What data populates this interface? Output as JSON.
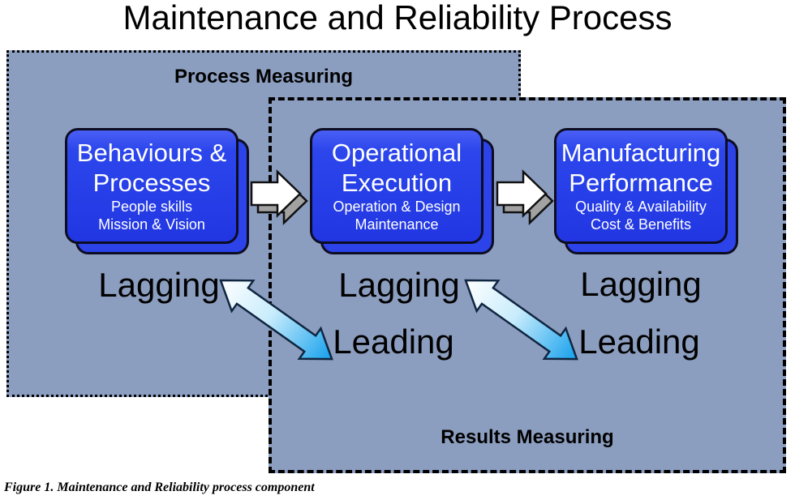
{
  "title": "Maintenance and Reliability Process",
  "panels": {
    "process": {
      "label": "Process Measuring"
    },
    "results": {
      "label": "Results Measuring"
    }
  },
  "boxes": [
    {
      "line1": "Behaviours &",
      "line2": "Processes",
      "sub1": "People skills",
      "sub2": "Mission & Vision"
    },
    {
      "line1": "Operational",
      "line2": "Execution",
      "sub1": "Operation & Design",
      "sub2": "Maintenance"
    },
    {
      "line1": "Manufacturing",
      "line2": "Performance",
      "sub1": "Quality & Availability",
      "sub2": "Cost & Benefits"
    }
  ],
  "indicators": {
    "lagging": [
      "Lagging",
      "Lagging",
      "Lagging"
    ],
    "leading": [
      "Leading",
      "Leading"
    ]
  },
  "caption": "Figure 1. Maintenance and Reliability process component",
  "icons": {
    "flow_arrow": "right-block-arrow-icon",
    "exchange_arrow": "diagonal-double-arrow-icon"
  },
  "colors": {
    "panel_bg": "#8C9EC0",
    "panel_border": "#000000",
    "box_fill": "#2B43EB",
    "box_border": "#0D0D22",
    "box_text": "#FFFFFF",
    "flow_arrow_face": "#FFFFFF",
    "flow_arrow_side": "#A2A2A2",
    "exchange_gradient_start": "#FFFFFF",
    "exchange_gradient_end": "#14A0EC",
    "exchange_outline": "#10253F",
    "text": "#000000"
  }
}
